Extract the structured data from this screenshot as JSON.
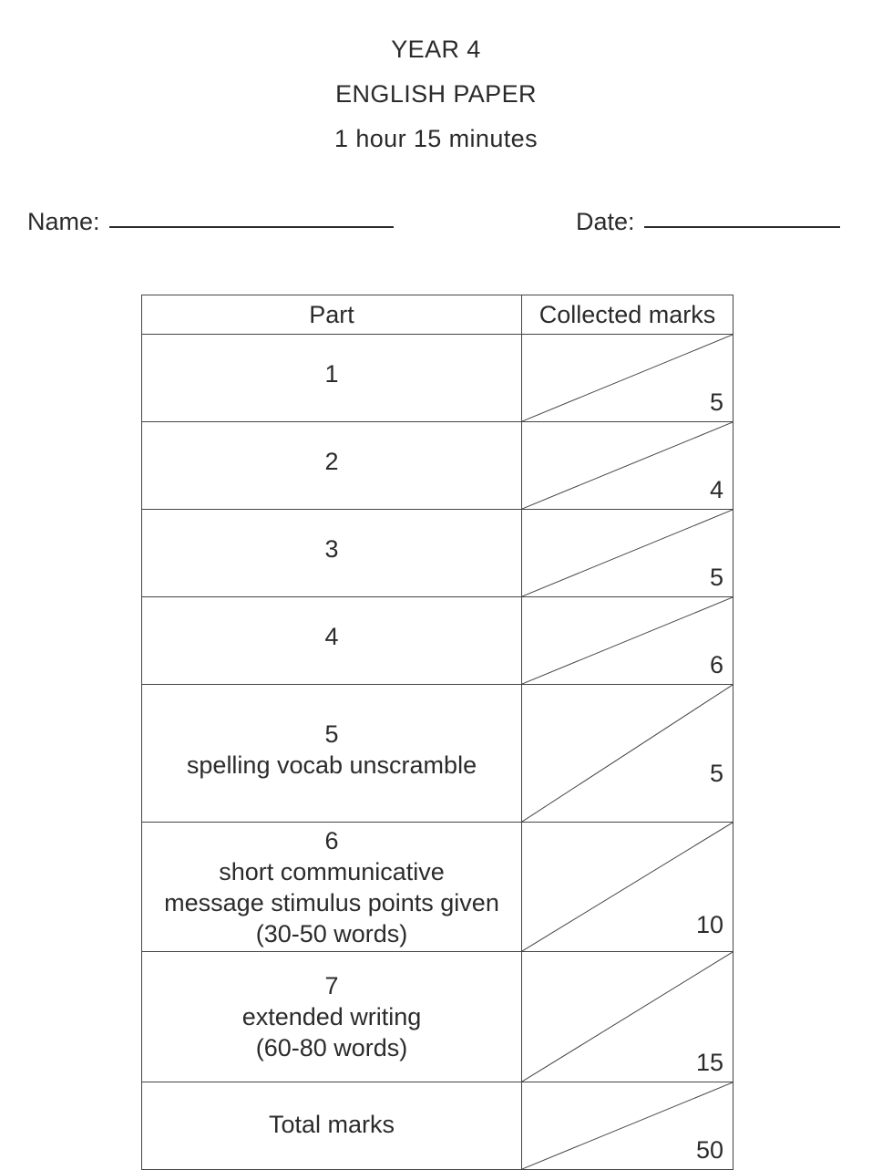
{
  "header": {
    "line1": "YEAR 4",
    "line2": "ENGLISH PAPER",
    "line3": "1 hour 15 minutes"
  },
  "fields": {
    "name_label": "Name:",
    "date_label": "Date:"
  },
  "table": {
    "columns": {
      "part": "Part",
      "marks": "Collected marks"
    },
    "rows": [
      {
        "part_number": "1",
        "part_desc": "",
        "marks": "5"
      },
      {
        "part_number": "2",
        "part_desc": "",
        "marks": "4"
      },
      {
        "part_number": "3",
        "part_desc": "",
        "marks": "5"
      },
      {
        "part_number": "4",
        "part_desc": "",
        "marks": "6"
      },
      {
        "part_number": "5",
        "part_desc": "spelling vocab unscramble",
        "marks": "5"
      },
      {
        "part_number": "6",
        "part_desc": "short communicative\nmessage stimulus points given\n(30-50 words)",
        "marks": "10"
      },
      {
        "part_number": "7",
        "part_desc": "extended writing\n(60-80 words)",
        "marks": "15"
      },
      {
        "part_number": "Total marks",
        "part_desc": "",
        "marks": "50"
      }
    ]
  },
  "colors": {
    "text": "#2b2b2b",
    "border": "#444444",
    "background": "#ffffff"
  }
}
